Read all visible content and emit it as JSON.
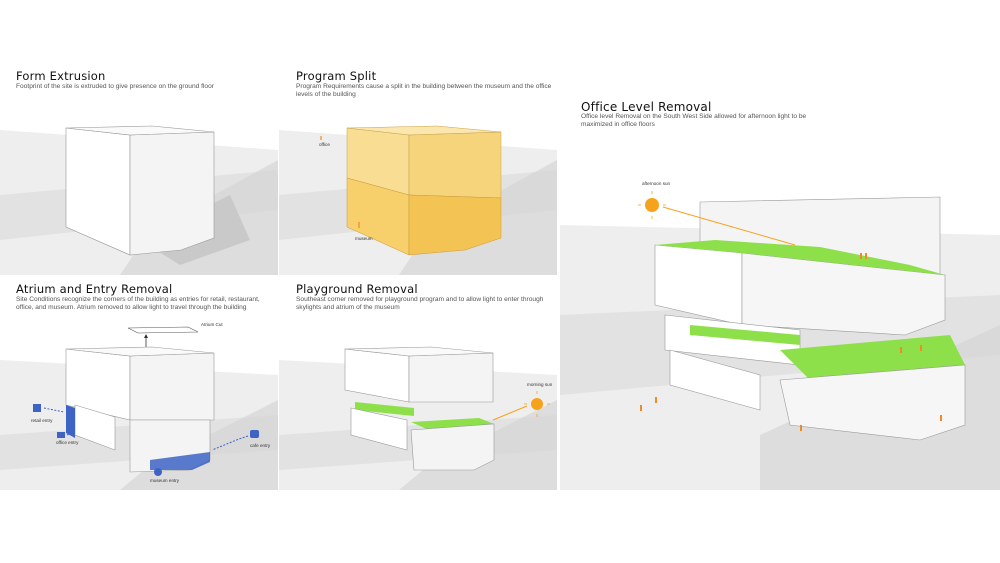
{
  "panels": {
    "form_extrusion": {
      "title": "Form Extrusion",
      "description": "Footprint of the site is extruded to give presence on the ground floor"
    },
    "program_split": {
      "title": "Program Split",
      "description": "Program Requirements cause a split in the building between the museum and the office levels of the building",
      "labels": {
        "office": "office",
        "museum": "museum"
      }
    },
    "office_level_removal": {
      "title": "Office Level Removal",
      "description": "Office level Removal on the South West Side allowed for afternoon light to be maximized in office floors",
      "labels": {
        "sun": "afternoon sun"
      }
    },
    "atrium_entry_removal": {
      "title": "Atrium and Entry Removal",
      "description": "Site Conditions recognize the corners of the building as entries for retail, restaurant, office, and museum. Atrium removed to allow light to travel through the building",
      "labels": {
        "atrium": "Atrium Cut",
        "retail": "retail entry",
        "office": "office entry",
        "cafe": "cafe entry",
        "museum": "museum entry"
      }
    },
    "playground_removal": {
      "title": "Playground Removal",
      "description": "Southeast corner removed for playground program and to allow light to enter through skylights and atrium of the museum",
      "labels": {
        "sun": "morning sun"
      }
    }
  },
  "colors": {
    "office_volume": "#f8dd93",
    "museum_volume": "#f7cf6b",
    "green_roof": "#8de04a",
    "entry_blue": "#3d63c4",
    "sun": "#f7a21b",
    "people": "#f08a24"
  }
}
